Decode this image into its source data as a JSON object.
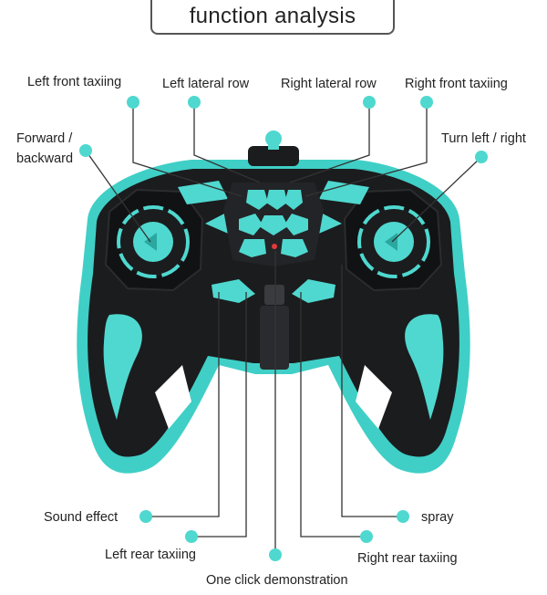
{
  "title": "function analysis",
  "labels": {
    "left_front_taxiing": "Left front taxiing",
    "left_lateral_row": "Left lateral row",
    "right_lateral_row": "Right lateral row",
    "right_front_taxiing": "Right front taxiing",
    "forward_backward_line1": "Forward /",
    "forward_backward_line2": "backward",
    "turn_left_right": "Turn left / right",
    "sound_effect": "Sound effect",
    "spray": "spray",
    "left_rear_taxiing": "Left rear taxiing",
    "right_rear_taxiing": "Right rear taxiing",
    "one_click_demo": "One click demonstration"
  },
  "colors": {
    "accent": "#4fd8cf",
    "body": "#1b1c1e",
    "rim": "#3fcfc6",
    "line": "#333333"
  }
}
